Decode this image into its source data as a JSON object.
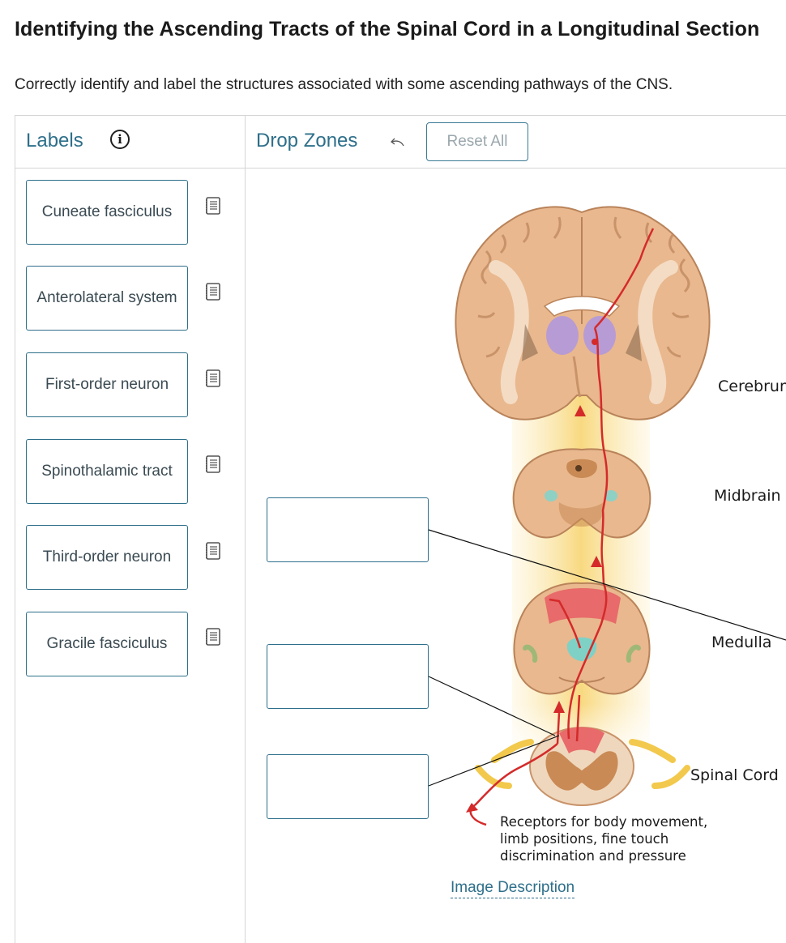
{
  "page": {
    "title": "Identifying the Ascending Tracts of the Spinal Cord in a Longitudinal Section",
    "instructions": "Correctly identify and label the structures associated with some ascending pathways of the CNS."
  },
  "labels_panel": {
    "heading": "Labels",
    "info_icon": "info-circle-icon",
    "items": [
      {
        "label": "Cuneate fasciculus",
        "icon": "notes-icon"
      },
      {
        "label": "Anterolateral system",
        "icon": "notes-icon"
      },
      {
        "label": "First-order neuron",
        "icon": "notes-icon"
      },
      {
        "label": "Spinothalamic tract",
        "icon": "notes-icon"
      },
      {
        "label": "Third-order neuron",
        "icon": "notes-icon"
      },
      {
        "label": "Gracile fasciculus",
        "icon": "notes-icon"
      }
    ]
  },
  "drop_panel": {
    "heading": "Drop Zones",
    "undo_icon": "undo-arrow-icon",
    "reset_label": "Reset All",
    "zones": [
      {
        "value": ""
      },
      {
        "value": ""
      },
      {
        "value": ""
      }
    ]
  },
  "diagram": {
    "region_labels": {
      "cerebrum": "Cerebrum",
      "midbrain": "Midbrain",
      "medulla": "Medulla",
      "spinal_cord": "Spinal Cord"
    },
    "receptors_text": [
      "Receptors for body movement,",
      "limb positions, fine touch",
      "discrimination and pressure"
    ],
    "image_description_link": "Image Description"
  },
  "colors": {
    "accent": "#2e6f8a",
    "pathway": "#d42a2a",
    "tissue": "#e8b98f",
    "glow": "#f8d77a"
  }
}
